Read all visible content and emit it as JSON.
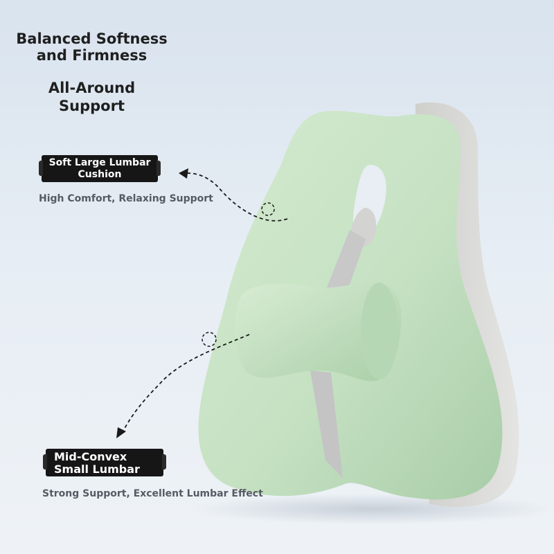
{
  "headline": {
    "line1": "Balanced Softness",
    "line2": "and Firmness",
    "line3": "All-Around",
    "line4": "Support"
  },
  "callout_top": {
    "tag_line1": "Soft Large Lumbar",
    "tag_line2": "Cushion",
    "caption": "High Comfort, Relaxing Support"
  },
  "callout_bottom": {
    "tag_line1": "Mid-Convex",
    "tag_line2": "Small Lumbar",
    "caption": "Strong Support, Excellent Lumbar Effect"
  },
  "colors": {
    "cushion_green": "#c9e3c6",
    "cushion_edge": "#d6d6d4",
    "strap_gray": "#c8c8c8",
    "text_dark": "#1f1f1f",
    "tag_bg": "#161616"
  }
}
